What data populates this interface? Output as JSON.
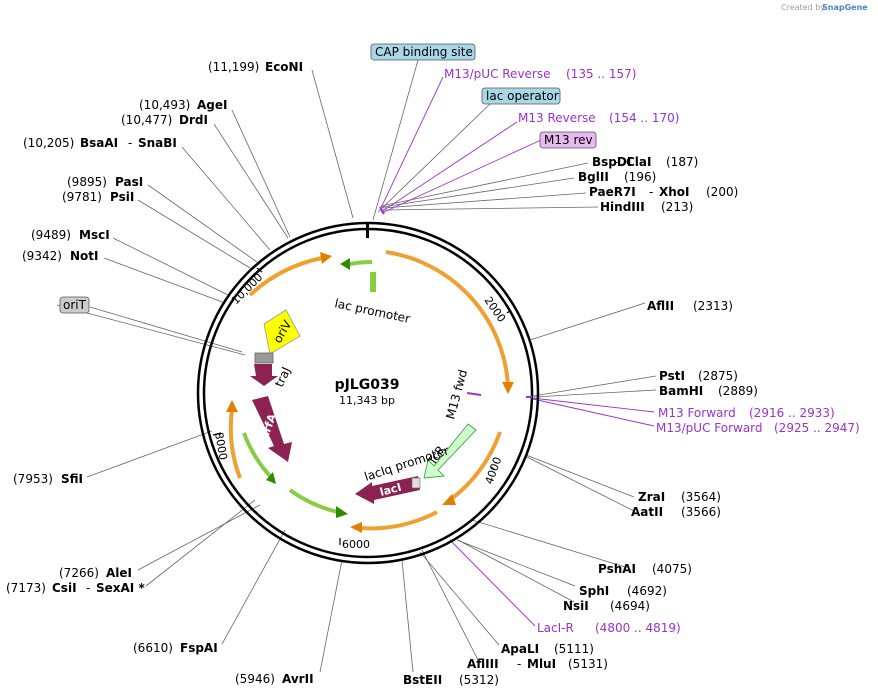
{
  "credit": {
    "prefix": "Created by",
    "brand": "SnapGene"
  },
  "plasmid": {
    "name": "pJLG039",
    "length": "11,343 bp"
  },
  "ticks": [
    "2000",
    "4000",
    "6000",
    "8000",
    "10,000"
  ],
  "features": {
    "lac_promoter": "lac promoter",
    "lacIq_promoter": "lacIq promoter",
    "m13_fwd": "M13 fwd",
    "traJ": "traJ",
    "oriV": "oriV",
    "trfA": "trfA",
    "TcR": "TcR",
    "lacI": "lacI"
  },
  "boxed": {
    "cap": "CAP binding site",
    "lac_operator": "lac operator",
    "m13_rev": "M13 rev",
    "oriT": "oriT"
  },
  "sites": {
    "EcoNI": {
      "pos": "(11,199)",
      "name": "EcoNI"
    },
    "AgeI": {
      "pos": "(10,493)",
      "name": "AgeI"
    },
    "DrdI": {
      "pos": "(10,477)",
      "name": "DrdI"
    },
    "BsaAI": {
      "pos": "(10,205)",
      "name": "BsaAI",
      "name2": "SnaBI"
    },
    "PasI": {
      "pos": "(9895)",
      "name": "PasI"
    },
    "PsiI": {
      "pos": "(9781)",
      "name": "PsiI"
    },
    "MscI": {
      "pos": "(9489)",
      "name": "MscI"
    },
    "NotI": {
      "pos": "(9342)",
      "name": "NotI"
    },
    "SfiI": {
      "pos": "(7953)",
      "name": "SfiI"
    },
    "AleI": {
      "pos": "(7266)",
      "name": "AleI"
    },
    "CsiI": {
      "pos": "(7173)",
      "name": "CsiI",
      "name2": "SexAI *"
    },
    "FspAI": {
      "pos": "(6610)",
      "name": "FspAI"
    },
    "AvrII": {
      "pos": "(5946)",
      "name": "AvrII"
    },
    "BstEII": {
      "name": "BstEII",
      "pos": "(5312)"
    },
    "AflIII": {
      "name": "AflIII",
      "name2": "MluI",
      "pos": "(5131)"
    },
    "ApaLI": {
      "name": "ApaLI",
      "pos": "(5111)"
    },
    "NsiI": {
      "name": "NsiI",
      "pos": "(4694)"
    },
    "SphI": {
      "name": "SphI",
      "pos": "(4692)"
    },
    "PshAI": {
      "name": "PshAI",
      "pos": "(4075)"
    },
    "AatII": {
      "name": "AatII",
      "pos": "(3566)"
    },
    "ZraI": {
      "name": "ZraI",
      "pos": "(3564)"
    },
    "BamHI": {
      "name": "BamHI",
      "pos": "(2889)"
    },
    "PstI": {
      "name": "PstI",
      "pos": "(2875)"
    },
    "AflII": {
      "name": "AflII",
      "pos": "(2313)"
    },
    "HindIII": {
      "name": "HindIII",
      "pos": "(213)"
    },
    "PaeR7I": {
      "name": "PaeR7I",
      "name2": "XhoI",
      "pos": "(200)"
    },
    "BglII": {
      "name": "BglII",
      "pos": "(196)"
    },
    "BspDI": {
      "name": "BspDI",
      "name2": "ClaI",
      "pos": "(187)"
    }
  },
  "primers": {
    "m13puc_rev": {
      "name": "M13/pUC Reverse",
      "range": "(135 .. 157)"
    },
    "m13_reverse": {
      "name": "M13 Reverse",
      "range": "(154 .. 170)"
    },
    "m13_forward": {
      "name": "M13 Forward",
      "range": "(2916 .. 2933)"
    },
    "m13puc_fwd": {
      "name": "M13/pUC Forward",
      "range": "(2925 .. 2947)"
    },
    "laci_r": {
      "name": "LacI-R",
      "range": "(4800 .. 4819)"
    }
  },
  "colors": {
    "orange_feature": "#f0a030",
    "green_feature": "#88cc44",
    "maroon_feature": "#8b2252",
    "yellow_feature": "#ffff00",
    "tcr_feature": "#ccffcc",
    "primer": "#9933cc",
    "boxed_label": "#a8d8e8"
  }
}
